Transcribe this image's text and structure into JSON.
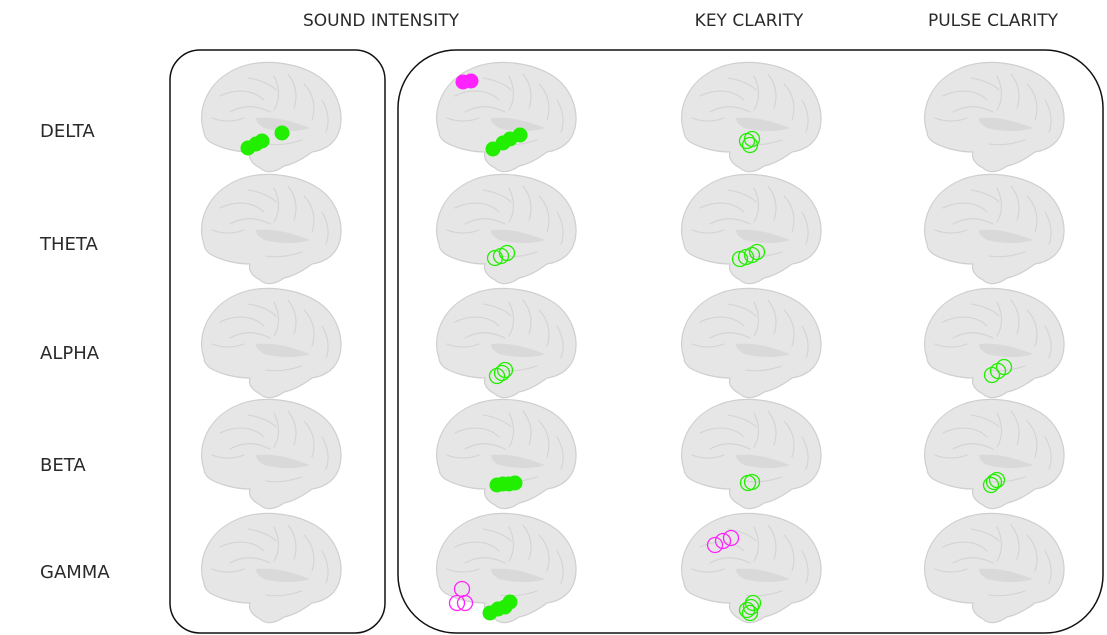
{
  "columns": [
    "SOUND INTENSITY",
    "",
    "KEY CLARITY",
    "PULSE CLARITY"
  ],
  "rows": [
    "DELTA",
    "THETA",
    "ALPHA",
    "BETA",
    "GAMMA"
  ],
  "colors": {
    "positive": "#22ee00",
    "negative": "#ff22ff",
    "brain_fill": "#e6e6e6",
    "brain_line": "#cfcfcf",
    "frame": "#111111",
    "text": "#2a2a2a"
  },
  "markers": [
    {
      "row": 0,
      "col": 0,
      "color": "positive",
      "filled": true,
      "pts": [
        [
          -22,
          34
        ],
        [
          -14,
          30
        ],
        [
          -8,
          27
        ],
        [
          12,
          19
        ]
      ]
    },
    {
      "row": 0,
      "col": 1,
      "color": "negative",
      "filled": true,
      "pts": [
        [
          -42,
          -32
        ],
        [
          -34,
          -33
        ]
      ]
    },
    {
      "row": 0,
      "col": 1,
      "color": "positive",
      "filled": true,
      "pts": [
        [
          -12,
          35
        ],
        [
          -2,
          29
        ],
        [
          5,
          25
        ],
        [
          15,
          21
        ]
      ]
    },
    {
      "row": 0,
      "col": 2,
      "color": "positive",
      "filled": false,
      "pts": [
        [
          -3,
          27
        ],
        [
          0,
          31
        ],
        [
          2,
          25
        ]
      ]
    },
    {
      "row": 1,
      "col": 1,
      "color": "positive",
      "filled": false,
      "pts": [
        [
          -10,
          32
        ],
        [
          -4,
          30
        ],
        [
          2,
          27
        ]
      ]
    },
    {
      "row": 1,
      "col": 2,
      "color": "positive",
      "filled": false,
      "pts": [
        [
          -10,
          33
        ],
        [
          -4,
          31
        ],
        [
          2,
          29
        ],
        [
          7,
          26
        ]
      ]
    },
    {
      "row": 2,
      "col": 1,
      "color": "positive",
      "filled": false,
      "pts": [
        [
          -8,
          36
        ],
        [
          -3,
          33
        ],
        [
          0,
          30
        ]
      ]
    },
    {
      "row": 2,
      "col": 3,
      "color": "positive",
      "filled": false,
      "pts": [
        [
          -1,
          35
        ],
        [
          5,
          31
        ],
        [
          11,
          27
        ]
      ]
    },
    {
      "row": 3,
      "col": 1,
      "color": "positive",
      "filled": true,
      "pts": [
        [
          -8,
          34
        ],
        [
          -2,
          33
        ],
        [
          4,
          33
        ],
        [
          10,
          32
        ]
      ]
    },
    {
      "row": 3,
      "col": 2,
      "color": "positive",
      "filled": false,
      "pts": [
        [
          -2,
          32
        ],
        [
          2,
          31
        ]
      ]
    },
    {
      "row": 3,
      "col": 3,
      "color": "positive",
      "filled": false,
      "pts": [
        [
          -2,
          34
        ],
        [
          1,
          31
        ],
        [
          4,
          29
        ]
      ]
    },
    {
      "row": 4,
      "col": 1,
      "color": "negative",
      "filled": false,
      "pts": [
        [
          -48,
          38
        ],
        [
          -40,
          38
        ],
        [
          -43,
          24
        ]
      ]
    },
    {
      "row": 4,
      "col": 1,
      "color": "positive",
      "filled": true,
      "pts": [
        [
          -15,
          48
        ],
        [
          -7,
          44
        ],
        [
          0,
          42
        ],
        [
          5,
          37
        ]
      ]
    },
    {
      "row": 4,
      "col": 2,
      "color": "negative",
      "filled": false,
      "pts": [
        [
          -35,
          -20
        ],
        [
          -27,
          -24
        ],
        [
          -19,
          -27
        ]
      ]
    },
    {
      "row": 4,
      "col": 2,
      "color": "positive",
      "filled": false,
      "pts": [
        [
          -3,
          45
        ],
        [
          1,
          42
        ],
        [
          3,
          38
        ],
        [
          0,
          48
        ]
      ]
    }
  ]
}
